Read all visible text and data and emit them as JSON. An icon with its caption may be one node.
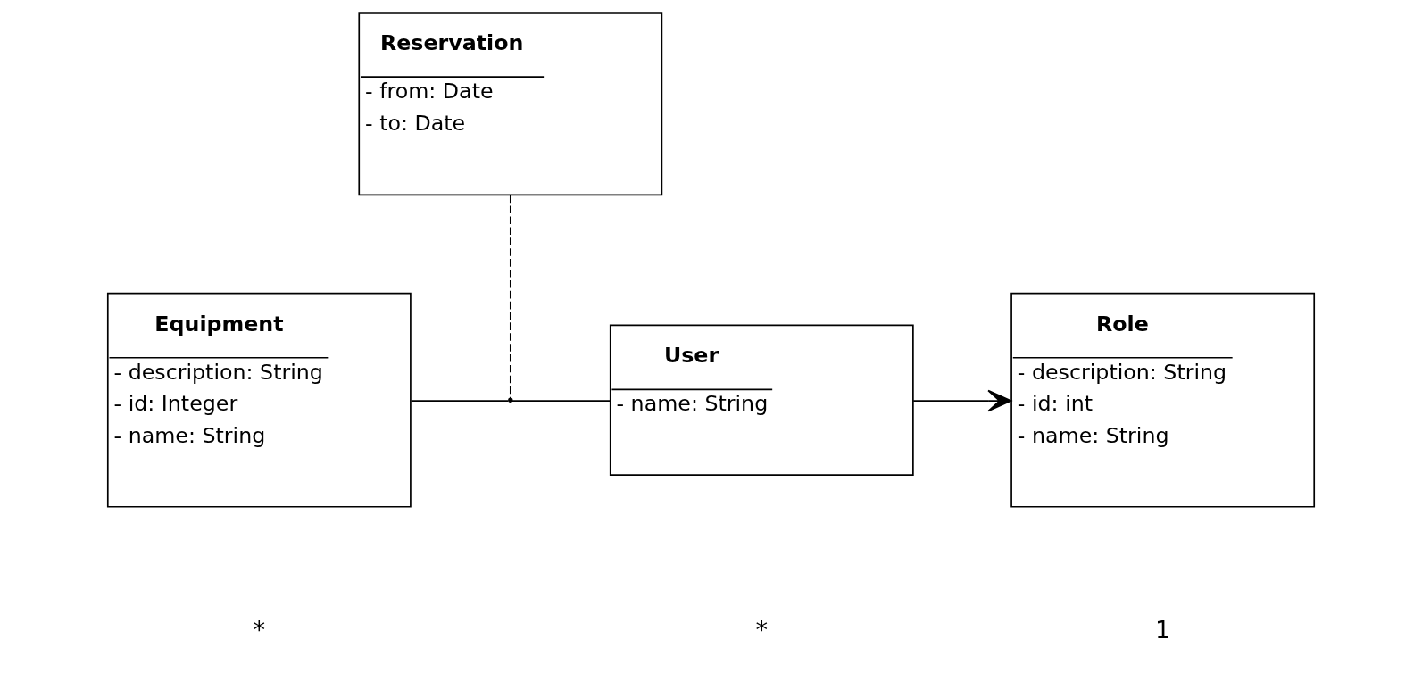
{
  "diagram": {
    "nodes": [
      {
        "text": [
          "Equipment",
          "- description: String",
          "- id: Integer",
          "- name: String"
        ]
      },
      {
        "text": [
          "User",
          "- name: String"
        ]
      },
      {
        "text": [
          "Role",
          "- description: String",
          "- id: int",
          "- name: String"
        ]
      },
      {
        "text": [
          "Reservation",
          "- from: Date",
          "- to: Date"
        ]
      },
      {
        "text": [],
        "shape": "point"
      }
    ],
    "edges": [
      {
        "from": 0,
        "to": 4,
        "arrow": "none"
      },
      {
        "from": 4,
        "to": 1,
        "arrow": "none"
      },
      {
        "from": 1,
        "to": 2,
        "arrow": "to"
      },
      {
        "from": 3,
        "to": 4,
        "arrow": "none",
        "style": "dashed"
      }
    ],
    "labels": [
      "*",
      "*",
      "1"
    ]
  }
}
